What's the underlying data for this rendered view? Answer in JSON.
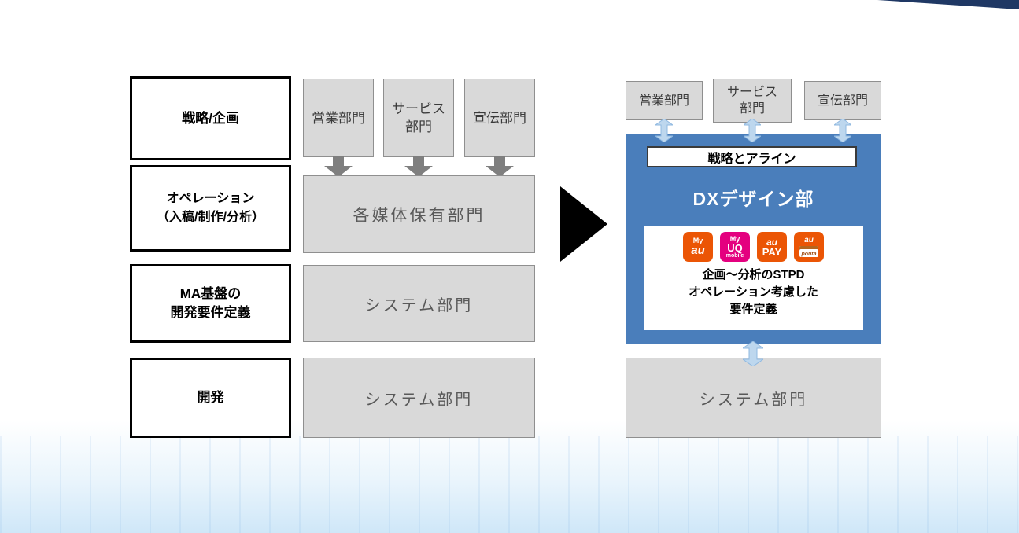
{
  "colors": {
    "blue_panel": "#4A7EBB",
    "gray_box": "#D9D9D9",
    "gray_arrow": "#7F7F7F",
    "light_blue_arrow": "#BDD7EE",
    "corner_navy": "#1F3864",
    "brand_orange": "#EB5505",
    "brand_magenta": "#E4007F"
  },
  "left": {
    "stages": [
      {
        "label": "戦略/企画"
      },
      {
        "label": "オペレーション\n（入稿/制作/分析）"
      },
      {
        "label": "MA基盤の\n開発要件定義"
      },
      {
        "label": "開発"
      }
    ],
    "departments": [
      {
        "label": "営業部門"
      },
      {
        "label": "サービス\n部門"
      },
      {
        "label": "宣伝部門"
      }
    ],
    "media_owner_box": {
      "label": "各媒体保有部門"
    },
    "system_boxes": [
      {
        "label": "システム部門"
      },
      {
        "label": "システム部門"
      }
    ]
  },
  "right": {
    "departments": [
      {
        "label": "営業部門"
      },
      {
        "label": "サービス\n部門"
      },
      {
        "label": "宣伝部門"
      }
    ],
    "align_banner": {
      "label": "戦略とアライン"
    },
    "dx_title": "DXデザイン部",
    "services": [
      {
        "name": "my-au",
        "top": "My",
        "main": "au"
      },
      {
        "name": "my-uq-mobile",
        "top": "My",
        "main": "UQ",
        "sub": "mobile"
      },
      {
        "name": "au-pay",
        "top": "au",
        "main": "PAY"
      },
      {
        "name": "au-ponta-card",
        "top": "au",
        "sub": "ponta"
      }
    ],
    "description_lines": [
      "企画～分析のSTPD",
      "オペレーション考慮した",
      "要件定義"
    ],
    "system_box": {
      "label": "システム部門"
    }
  }
}
